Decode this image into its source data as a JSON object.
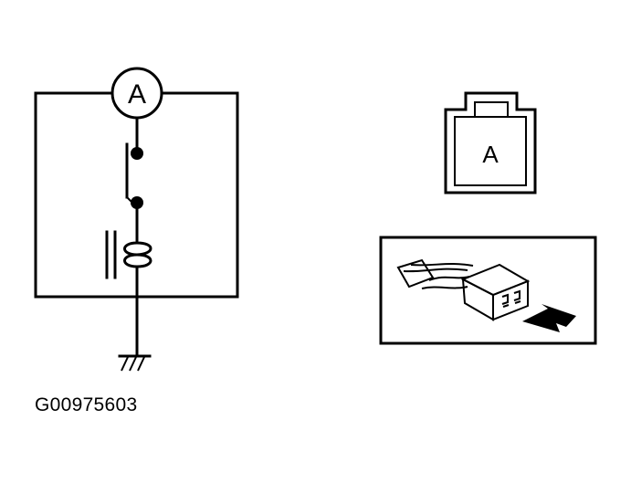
{
  "circuit": {
    "meter_label": "A"
  },
  "connector": {
    "face_label": "A"
  },
  "figure_id": "G00975603"
}
